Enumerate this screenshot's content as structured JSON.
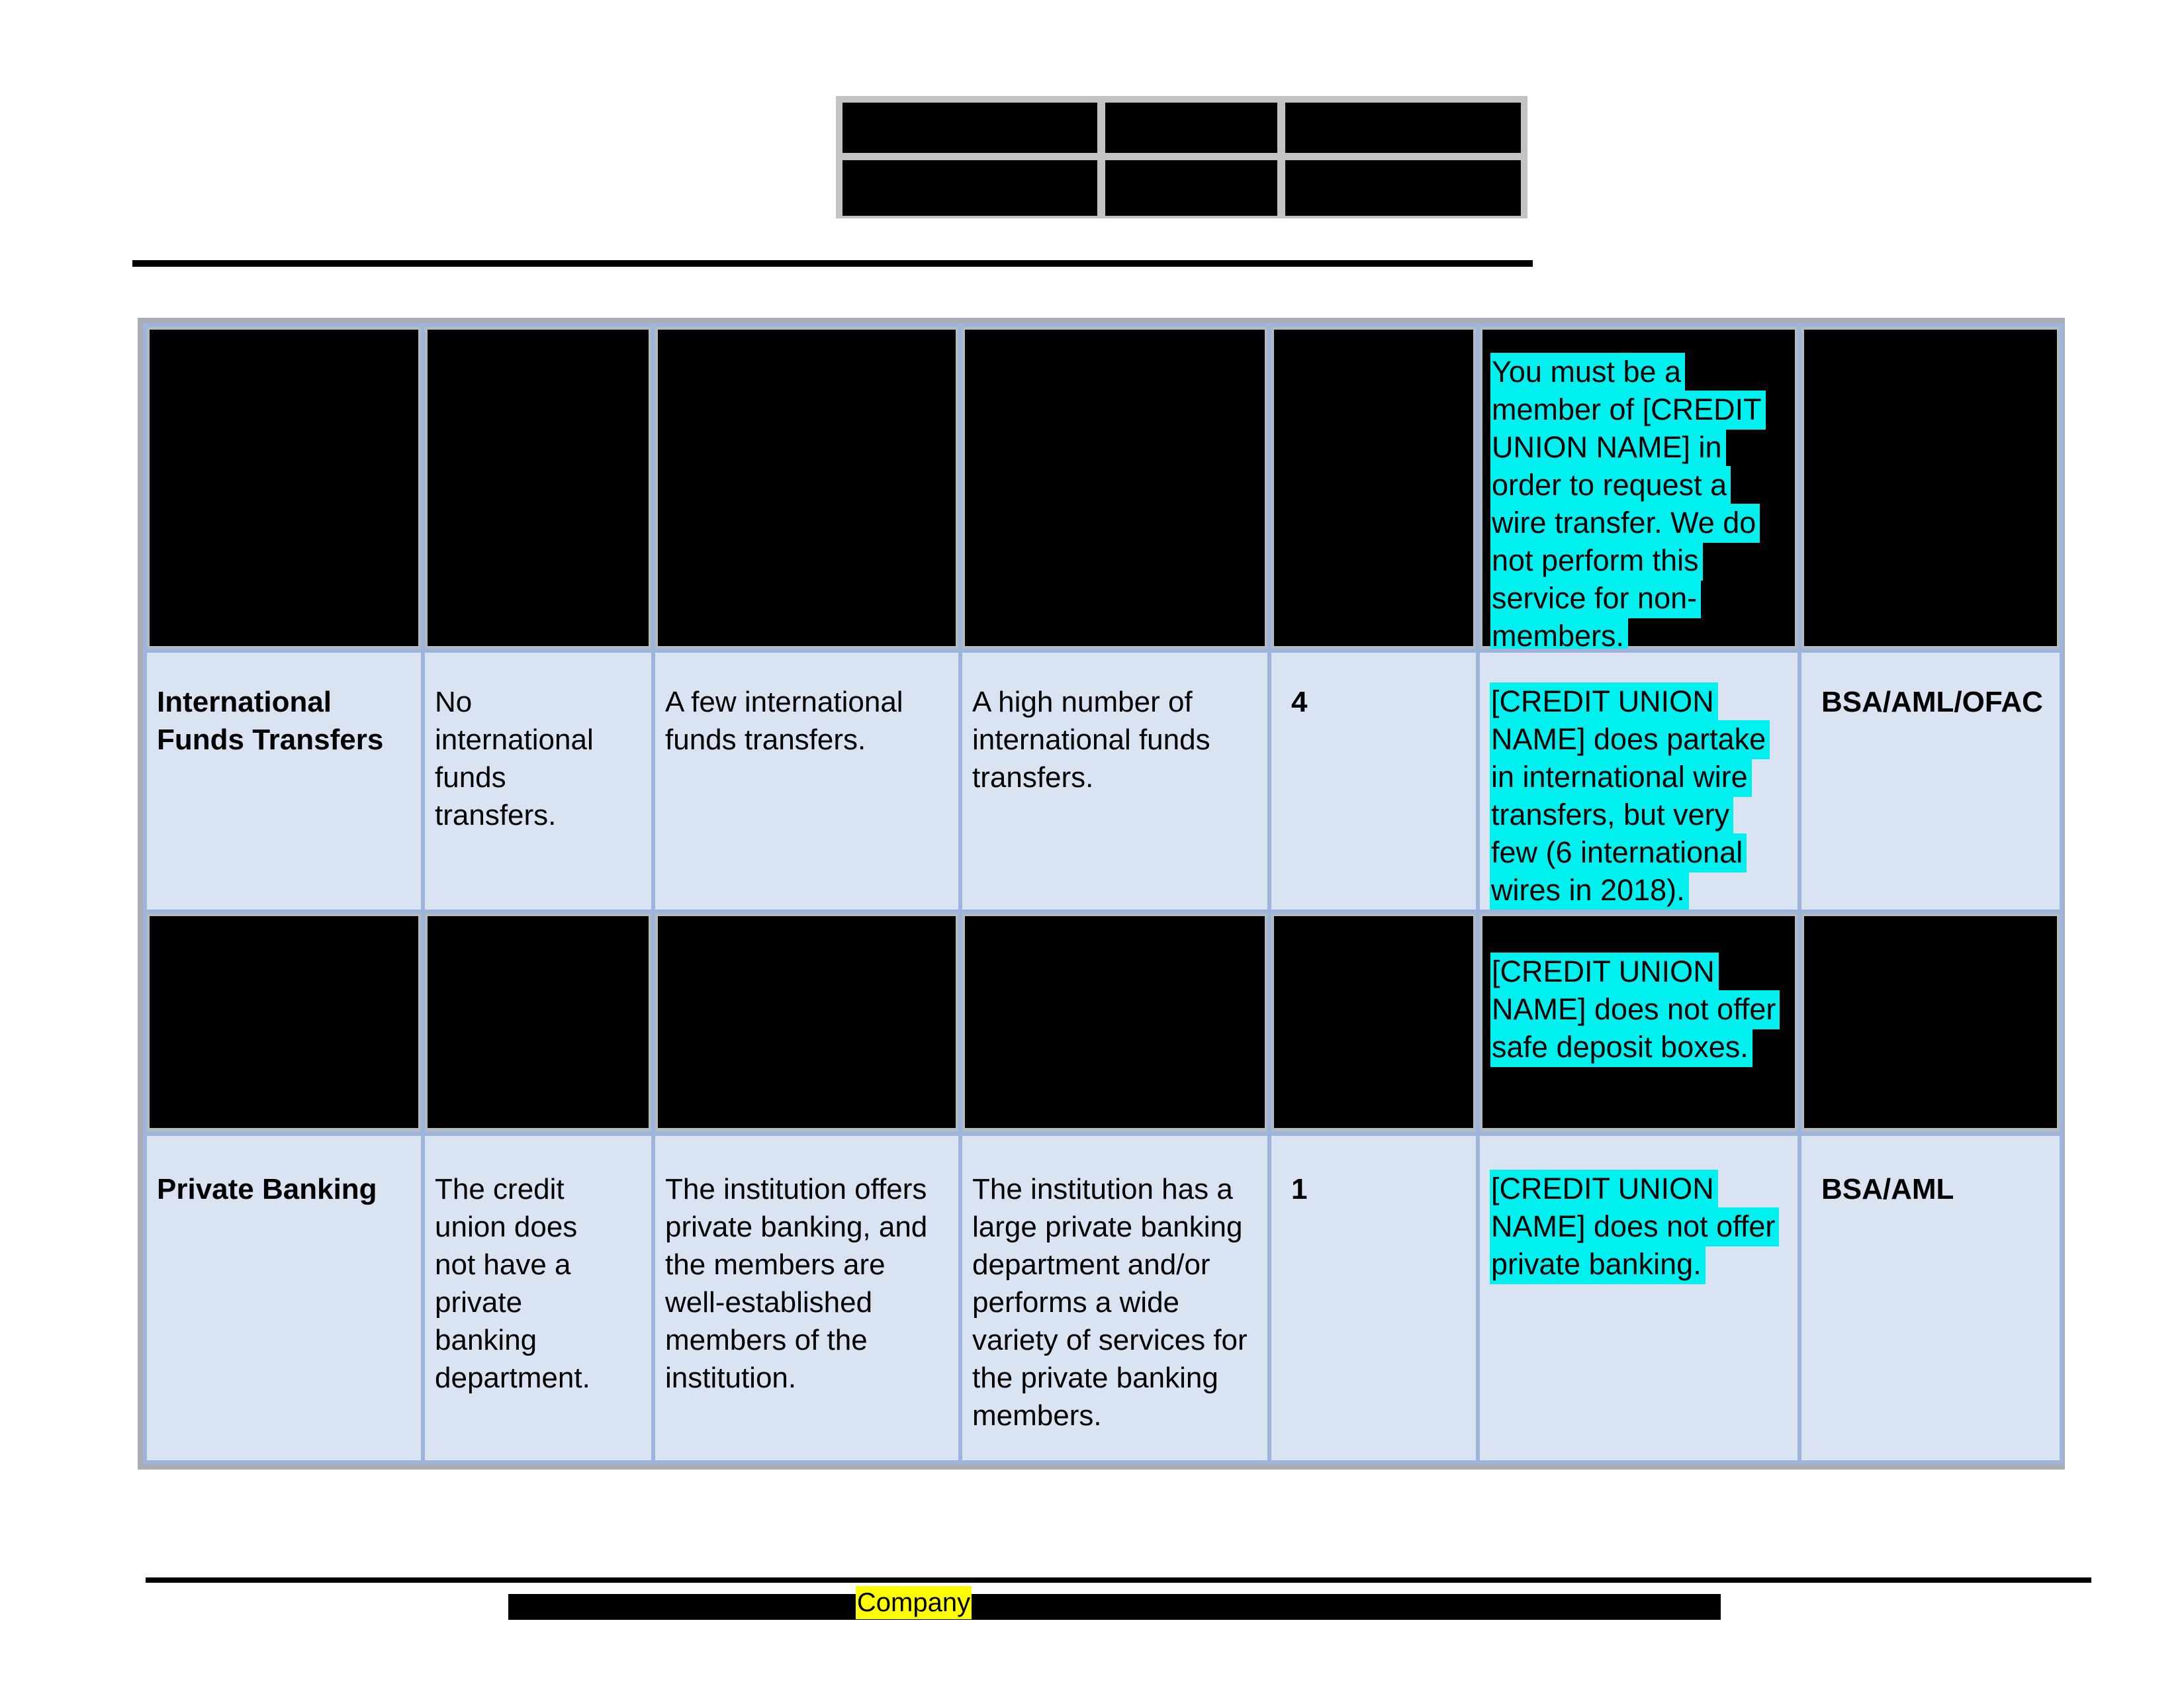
{
  "header_table": {
    "rows": 2,
    "columns": 3,
    "state": "fully redacted"
  },
  "main_table": {
    "rows": [
      {
        "state": "redacted",
        "note": "You must be a member of [CREDIT UNION NAME] in order to request a wire transfer. We do not perform this service for non-members."
      },
      {
        "state": "visible",
        "category": "International Funds Transfers",
        "low_risk": "No international funds transfers.",
        "moderate_risk": "A few international funds transfers.",
        "high_risk": "A high number of international funds transfers.",
        "rating": "4",
        "note": "[CREDIT UNION NAME] does partake in international wire transfers, but very few (6 international wires in 2018).",
        "controls": "BSA/AML/OFAC"
      },
      {
        "state": "redacted",
        "note": "[CREDIT UNION NAME] does not offer safe deposit boxes."
      },
      {
        "state": "visible",
        "category": "Private Banking",
        "low_risk": "The credit union does not have a private banking department.",
        "moderate_risk": "The institution offers private banking, and the members are well-established members of the institution.",
        "high_risk": "The institution has a large private banking department and/or performs a wide variety of services for the private banking members.",
        "rating": "1",
        "note": "[CREDIT UNION NAME] does not offer private banking.",
        "controls": "BSA/AML"
      }
    ]
  },
  "footer": {
    "company_label": "Company"
  },
  "colors": {
    "highlight_cyan": "#00F0F0",
    "highlight_yellow": "#FFFF00",
    "row_light": "#DAE3F1",
    "border_blue": "#9DB5DA",
    "border_gray": "#A9AEB6",
    "redaction_black": "#000000"
  }
}
